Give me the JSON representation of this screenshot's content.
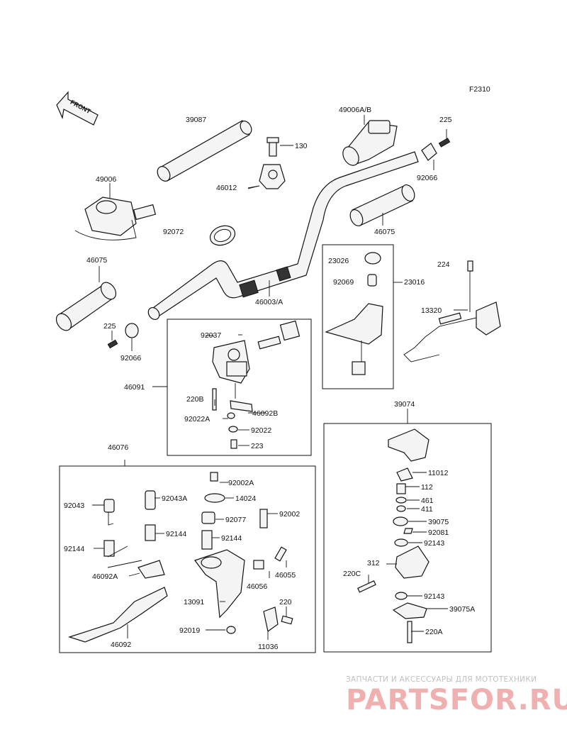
{
  "diagram_code": "F2310",
  "front_label": "FRONT",
  "part_labels": [
    "39087",
    "49006A/B",
    "225",
    "130",
    "46012",
    "92066",
    "49006",
    "92072",
    "46075",
    "46075",
    "23026",
    "23016",
    "92069",
    "224",
    "46003/A",
    "13320",
    "225",
    "92066",
    "92037",
    "46091",
    "220B",
    "92022A",
    "46092B",
    "92022",
    "223",
    "39074",
    "46076",
    "92002A",
    "11012",
    "92043",
    "92043A",
    "14024",
    "112",
    "461",
    "411",
    "92077",
    "92002",
    "39075",
    "92144",
    "92144",
    "92081",
    "92144",
    "92143",
    "312",
    "46055",
    "220C",
    "46092A",
    "46056",
    "92143",
    "13091",
    "220",
    "39075A",
    "92019",
    "220A",
    "46092",
    "11036"
  ],
  "watermark": {
    "tagline": "ЗАПЧАСТИ И АКСЕССУАРЫ ДЛЯ МОТОТЕХНИКИ",
    "brand": "PARTSFOR.RU"
  }
}
